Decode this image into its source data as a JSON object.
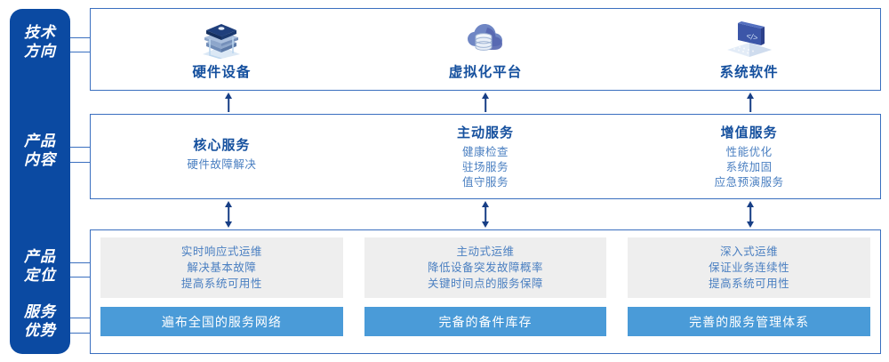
{
  "colors": {
    "rail": "#0b4aa2",
    "panel_border": "#3a6fbf",
    "title_blue": "#15509e",
    "body_blue": "#4a7fc1",
    "gray_box": "#eeeeee",
    "blue_bar": "#4a9bd8",
    "arrow": "#173e85"
  },
  "rail": {
    "labels": [
      {
        "name": "tech-direction",
        "lines": [
          "技术",
          "方向"
        ]
      },
      {
        "name": "product-content",
        "lines": [
          "产品",
          "内容"
        ]
      },
      {
        "name": "product-positioning",
        "lines": [
          "产品",
          "定位"
        ]
      },
      {
        "name": "service-advantage",
        "lines": [
          "服务",
          "优势"
        ]
      }
    ]
  },
  "tech_row": {
    "items": [
      {
        "icon": "server-stack-icon",
        "name": "硬件设备"
      },
      {
        "icon": "cloud-database-icon",
        "name": "虚拟化平台"
      },
      {
        "icon": "laptop-code-icon",
        "name": "系统软件"
      }
    ]
  },
  "content_row": {
    "items": [
      {
        "title": "核心服务",
        "items": [
          "硬件故障解决"
        ]
      },
      {
        "title": "主动服务",
        "items": [
          "健康检查",
          "驻场服务",
          "值守服务"
        ]
      },
      {
        "title": "增值服务",
        "items": [
          "性能优化",
          "系统加固",
          "应急预演服务"
        ]
      }
    ]
  },
  "positioning_row": {
    "items": [
      {
        "lines": [
          "实时响应式运维",
          "解决基本故障",
          "提高系统可用性"
        ],
        "advantage": "遍布全国的服务网络"
      },
      {
        "lines": [
          "主动式运维",
          "降低设备突发故障概率",
          "关键时间点的服务保障"
        ],
        "advantage": "完备的备件库存"
      },
      {
        "lines": [
          "深入式运维",
          "保证业务连续性",
          "提高系统可用性"
        ],
        "advantage": "完善的服务管理体系"
      }
    ]
  }
}
